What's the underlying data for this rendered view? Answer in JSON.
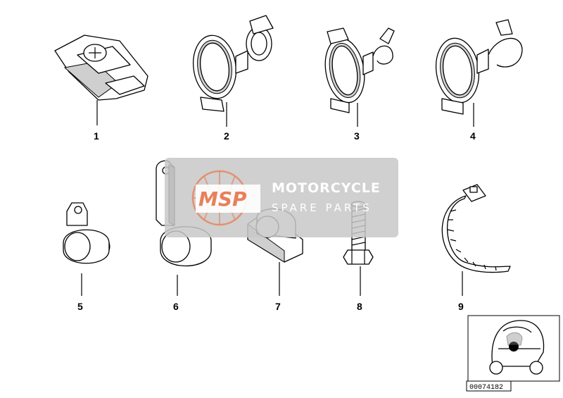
{
  "parts": [
    {
      "number": "1"
    },
    {
      "number": "2"
    },
    {
      "number": "3"
    },
    {
      "number": "4"
    },
    {
      "number": "5"
    },
    {
      "number": "6"
    },
    {
      "number": "7"
    },
    {
      "number": "8"
    },
    {
      "number": "9"
    }
  ],
  "watermark": {
    "logo": "MSP",
    "title": "MOTORCYCLE",
    "subtitle": "SPARE PARTS"
  },
  "reference_code": "00074182"
}
